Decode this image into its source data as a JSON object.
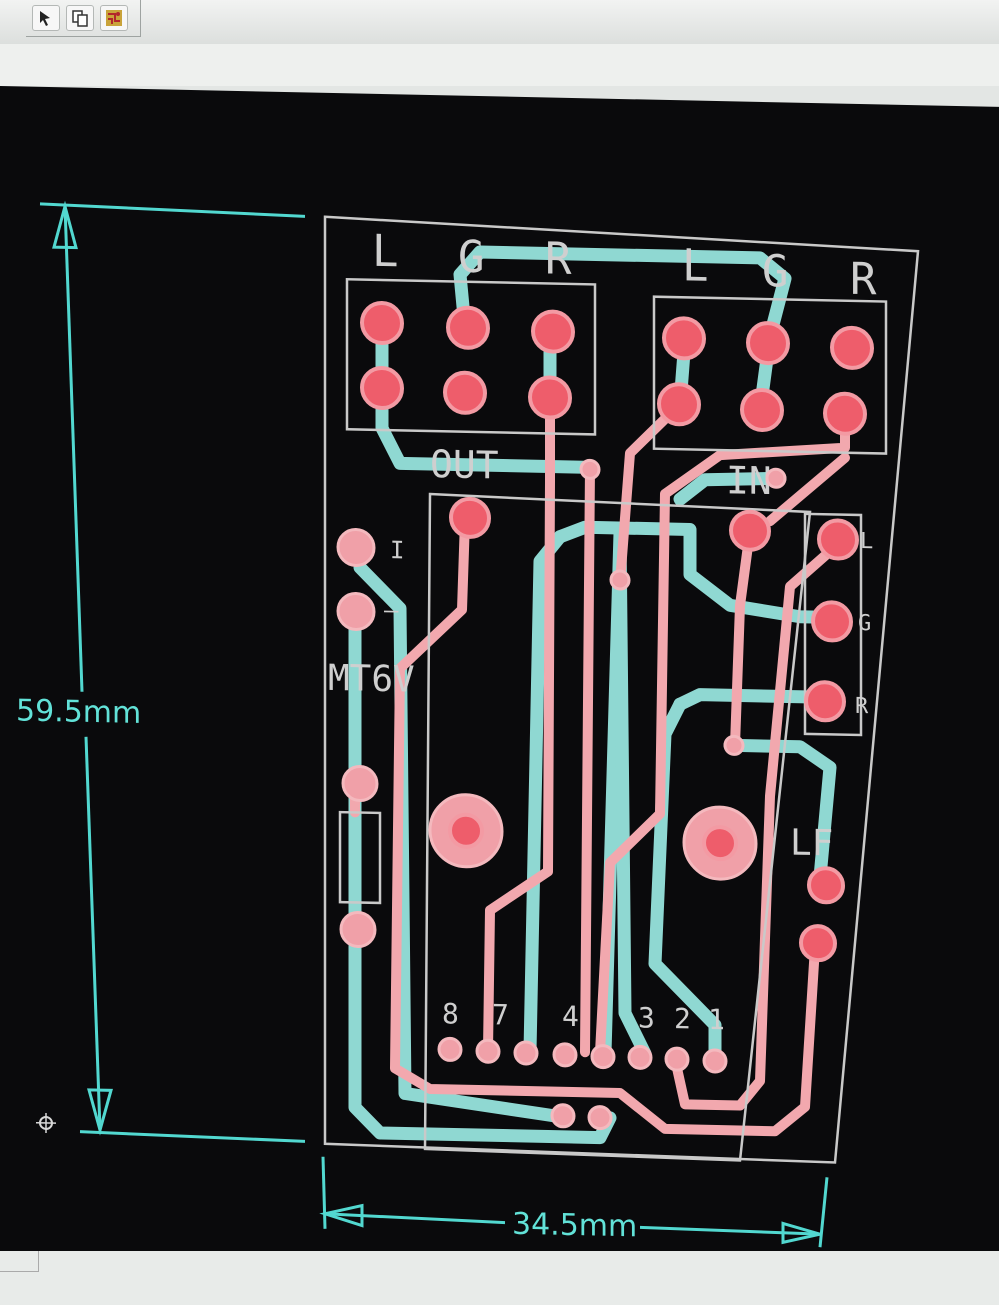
{
  "toolbar": {
    "buttons": [
      {
        "icon": "pointer-icon"
      },
      {
        "icon": "copy-icon"
      },
      {
        "icon": "pcb-icon"
      }
    ]
  },
  "board": {
    "width_label": "34.5mm",
    "height_label": "59.5mm",
    "silk": {
      "out_header": [
        "L",
        "G",
        "R"
      ],
      "in_header": [
        "L",
        "G",
        "R"
      ],
      "out_label": "OUT",
      "in_label": "IN",
      "right_header": [
        "L",
        "G",
        "R"
      ],
      "left_module": "MT6V",
      "left_pins": [
        "I",
        "—"
      ],
      "chip_pins": [
        "8",
        "7",
        "4",
        "3",
        "2",
        "1"
      ],
      "lf_label": "LF"
    }
  },
  "colors": {
    "background": "#0a0a0c",
    "top_trace": "#f2a8ae",
    "bottom_trace": "#8fd8d2",
    "pad": "#ee5d6b",
    "silkscreen": "#c9c9c9",
    "dimension": "#52d8d0"
  }
}
